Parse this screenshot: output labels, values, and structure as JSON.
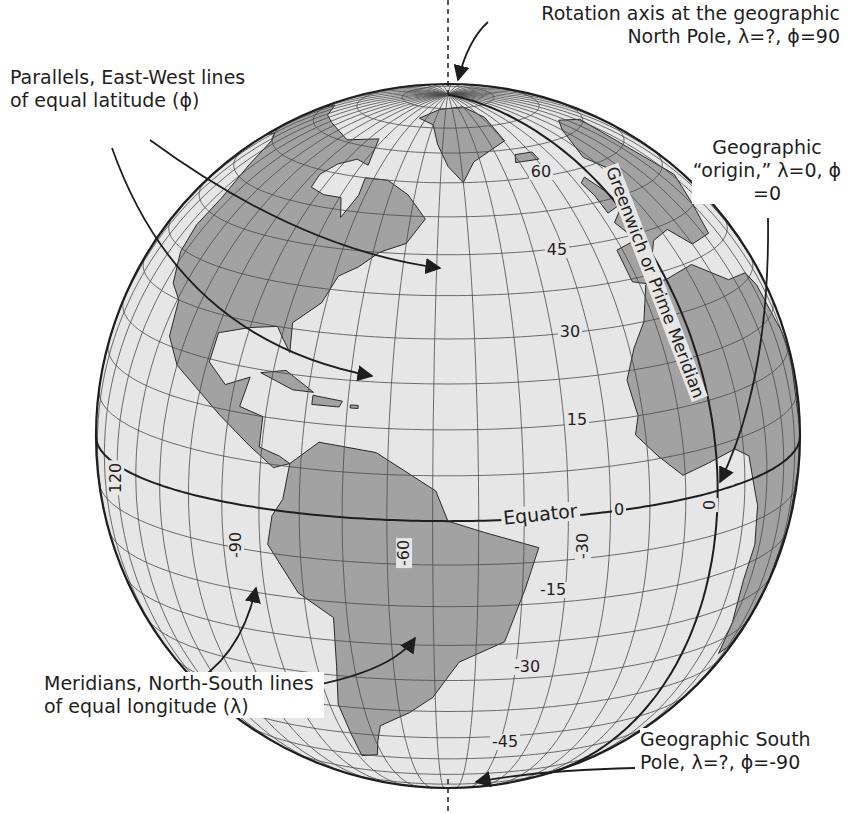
{
  "diagram": {
    "labels": [
      "Rotation axis at the geographic North Pole, λ=?, ϕ=90",
      "Parallels, East-West lines of equal latitude (ϕ)",
      "Geographic “origin,” λ=0, ϕ =0",
      "Greenwich or Prime Meridian",
      "60",
      "45",
      "30",
      "15",
      "0",
      "-15",
      "-30",
      "-45",
      "Equator",
      "120",
      "-90",
      "-60",
      "-30",
      "0",
      "Meridians, North-South lines of equal longitude (λ)",
      "Geographic South Pole, λ=?, ϕ=-90"
    ]
  }
}
